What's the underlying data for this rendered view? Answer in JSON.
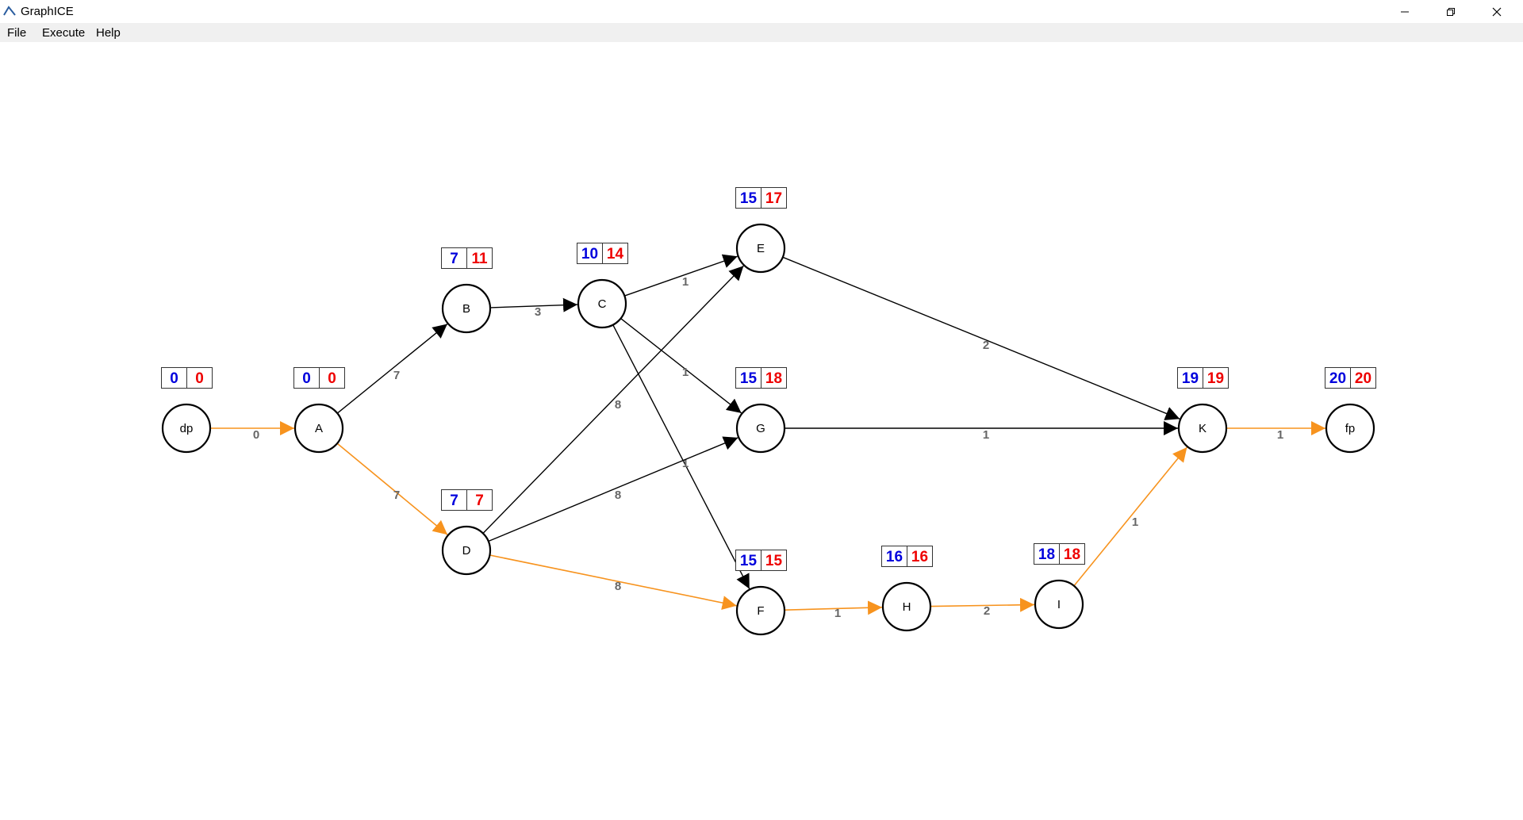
{
  "window": {
    "title": "GraphICE",
    "minimize_icon": "minimize-icon",
    "maximize_icon": "restore-icon",
    "close_icon": "close-icon"
  },
  "menu": {
    "items": [
      {
        "label": "File"
      },
      {
        "label": "Execute"
      },
      {
        "label": "Help"
      }
    ]
  },
  "colors": {
    "critical_edge": "#f7931e",
    "normal_edge": "#000000",
    "earliest": "#0000dd",
    "latest": "#ee0000",
    "edge_label": "#666666"
  },
  "graph": {
    "nodes": [
      {
        "id": "dp",
        "earliest": "0",
        "latest": "0"
      },
      {
        "id": "A",
        "earliest": "0",
        "latest": "0"
      },
      {
        "id": "B",
        "earliest": "7",
        "latest": "11"
      },
      {
        "id": "C",
        "earliest": "10",
        "latest": "14"
      },
      {
        "id": "D",
        "earliest": "7",
        "latest": "7"
      },
      {
        "id": "E",
        "earliest": "15",
        "latest": "17"
      },
      {
        "id": "G",
        "earliest": "15",
        "latest": "18"
      },
      {
        "id": "F",
        "earliest": "15",
        "latest": "15"
      },
      {
        "id": "H",
        "earliest": "16",
        "latest": "16"
      },
      {
        "id": "I",
        "earliest": "18",
        "latest": "18"
      },
      {
        "id": "K",
        "earliest": "19",
        "latest": "19"
      },
      {
        "id": "fp",
        "earliest": "20",
        "latest": "20"
      }
    ],
    "edges": [
      {
        "from": "dp",
        "to": "A",
        "weight": "0",
        "critical": true
      },
      {
        "from": "A",
        "to": "B",
        "weight": "7",
        "critical": false
      },
      {
        "from": "A",
        "to": "D",
        "weight": "7",
        "critical": true
      },
      {
        "from": "B",
        "to": "C",
        "weight": "3",
        "critical": false
      },
      {
        "from": "C",
        "to": "E",
        "weight": "1",
        "critical": false
      },
      {
        "from": "C",
        "to": "G",
        "weight": "1",
        "critical": false
      },
      {
        "from": "C",
        "to": "F",
        "weight": "1",
        "critical": false
      },
      {
        "from": "D",
        "to": "E",
        "weight": "8",
        "critical": false
      },
      {
        "from": "D",
        "to": "G",
        "weight": "8",
        "critical": false
      },
      {
        "from": "D",
        "to": "F",
        "weight": "8",
        "critical": true
      },
      {
        "from": "E",
        "to": "K",
        "weight": "2",
        "critical": false
      },
      {
        "from": "G",
        "to": "K",
        "weight": "1",
        "critical": false
      },
      {
        "from": "F",
        "to": "H",
        "weight": "1",
        "critical": true
      },
      {
        "from": "H",
        "to": "I",
        "weight": "2",
        "critical": true
      },
      {
        "from": "I",
        "to": "K",
        "weight": "1",
        "critical": true
      },
      {
        "from": "K",
        "to": "fp",
        "weight": "1",
        "critical": true
      }
    ]
  }
}
